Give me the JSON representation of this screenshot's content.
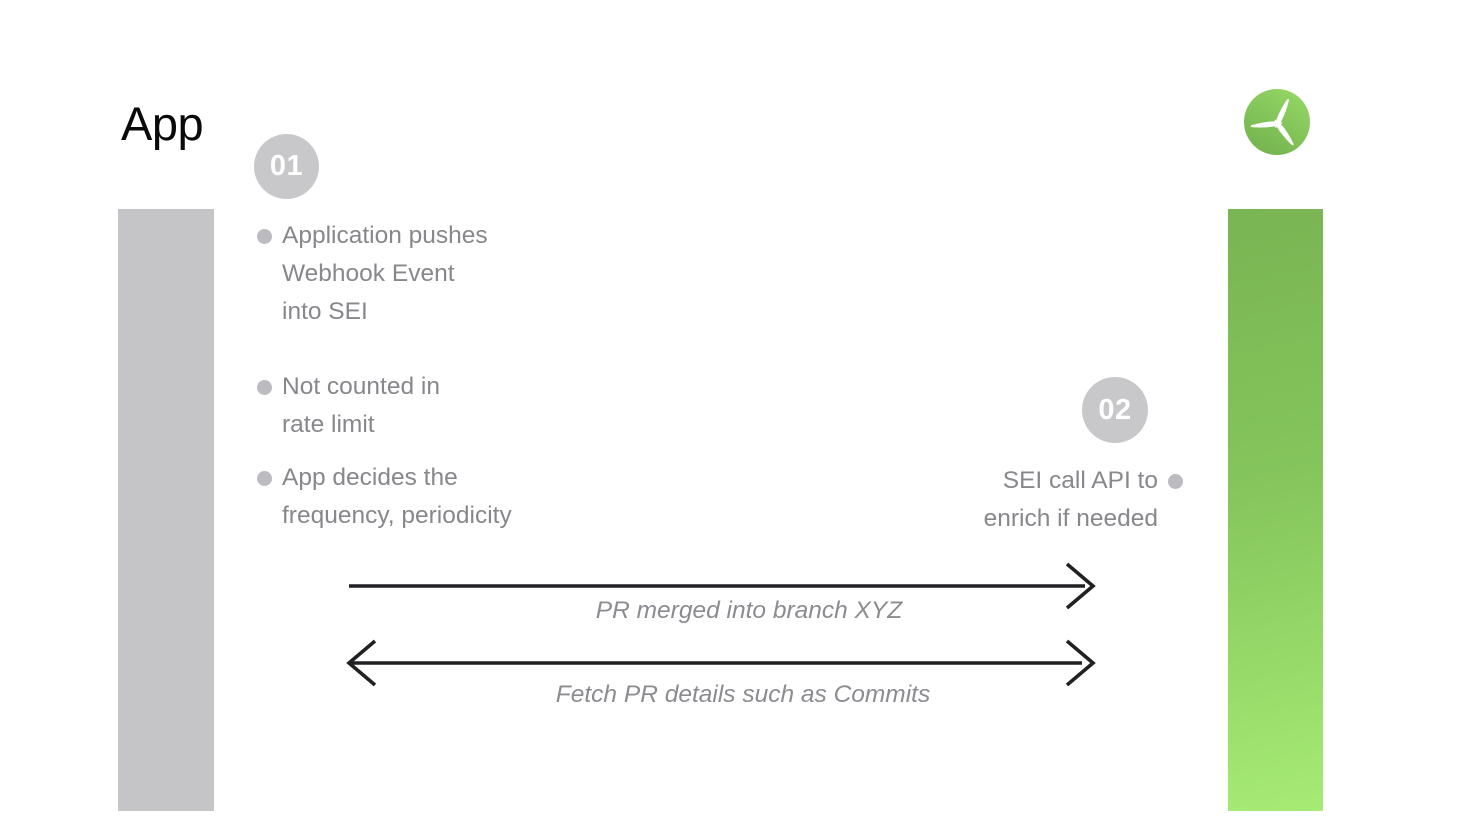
{
  "title": "App",
  "logo": {
    "icon": "wind-turbine-icon"
  },
  "steps": [
    {
      "badge": "01",
      "bullets": [
        "Application pushes\nWebhook Event\ninto SEI",
        "Not counted in\nrate limit",
        "App decides the\nfrequency, periodicity"
      ]
    },
    {
      "badge": "02",
      "bullets": [
        "SEI call API to\nenrich if needed"
      ]
    }
  ],
  "arrows": [
    {
      "direction": "right",
      "label": "PR merged into branch XYZ"
    },
    {
      "direction": "both",
      "label": "Fetch PR details such as Commits"
    }
  ],
  "colors": {
    "background": "#ffffff",
    "lane_gray": "#c5c5c7",
    "lane_green_top": "#79b553",
    "lane_green_bottom": "#a7eb75",
    "badge_gray": "#c8c8ca",
    "badge_text": "#ffffff",
    "bullet_dot": "#bcbcc0",
    "body_text": "#87878c",
    "arrow": "#212123",
    "logo_green_light": "#93d765",
    "logo_green_dark": "#74b24e"
  }
}
